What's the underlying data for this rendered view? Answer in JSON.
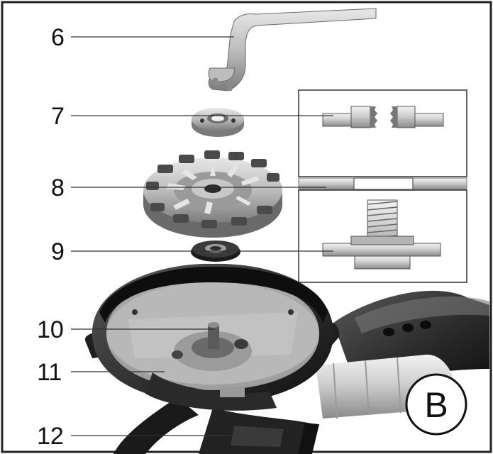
{
  "labels": {
    "l6": "6",
    "l7": "7",
    "l8": "8",
    "l9": "9",
    "l10": "10",
    "l11": "11",
    "l12": "12"
  },
  "badge": "B",
  "colors": {
    "frame": "#222222",
    "leader": "#333333",
    "metal_light": "#d4d4d4",
    "metal_mid": "#a9a9a9",
    "metal_dark": "#6e6e6e",
    "rubber": "#1c1c1c",
    "brush": "#151515"
  }
}
